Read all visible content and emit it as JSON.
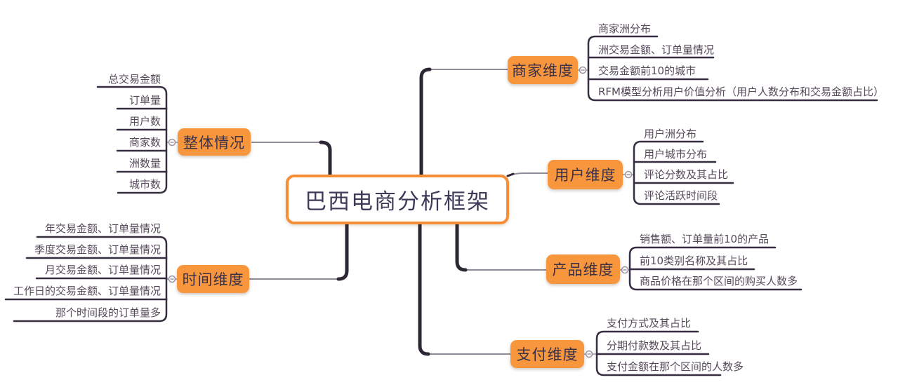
{
  "palette": {
    "accent_orange": "#F8963D",
    "center_border_orange": "#F78E35",
    "branch_line_dark": "#362E40",
    "trunk_dark": "#2D2634",
    "thin_line_gray": "#8F8A96",
    "node_text_dark": "#3A3147",
    "subtopic_text": "#554959"
  },
  "mindmap": {
    "root": {
      "label": "巴西电商分析框架"
    },
    "branches": [
      {
        "label": "整体情况",
        "side": "left",
        "children": [
          "总交易金额",
          "订单量",
          "用户数",
          "商家数",
          "洲数量",
          "城市数"
        ]
      },
      {
        "label": "时间维度",
        "side": "left",
        "children": [
          "年交易金额、订单量情况",
          "季度交易金额、订单量情况",
          "月交易金额、订单量情况",
          "工作日的交易金额、订单量情况",
          "那个时间段的订单量多"
        ]
      },
      {
        "label": "商家维度",
        "side": "right",
        "children": [
          "商家洲分布",
          "洲交易金额、订单量情况",
          "交易金额前10的城市",
          "RFM模型分析用户价值分析（用户人数分布和交易金额占比）"
        ]
      },
      {
        "label": "用户维度",
        "side": "right",
        "children": [
          "用户洲分布",
          "用户城市分布",
          "评论分数及其占比",
          "评论活跃时间段"
        ]
      },
      {
        "label": "产品维度",
        "side": "right",
        "children": [
          "销售额、订单量前10的产品",
          "前10类别名称及其占比",
          "商品价格在那个区间的购买人数多"
        ]
      },
      {
        "label": "支付维度",
        "side": "right",
        "children": [
          "支付方式及其占比",
          "分期付款数及其占比",
          "支付金额在那个区间的人数多"
        ]
      }
    ]
  }
}
